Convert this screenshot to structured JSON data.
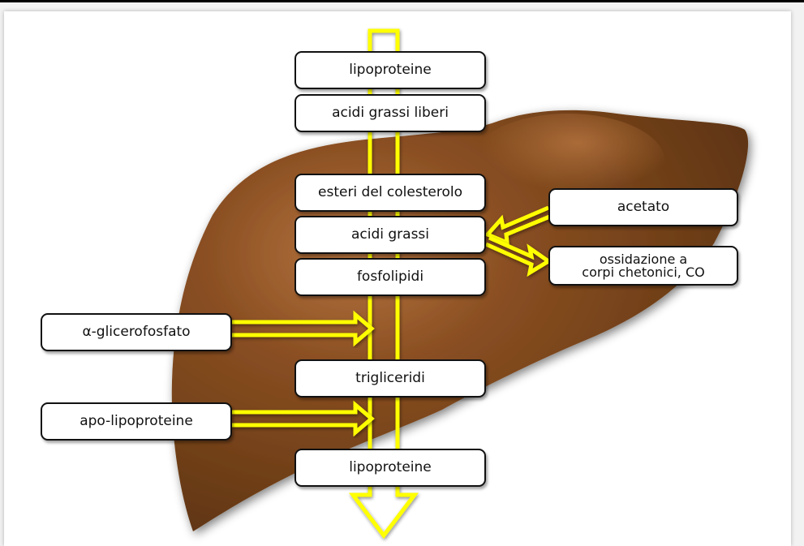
{
  "colors": {
    "liver": "#6b3a14",
    "liver_highlight": "#b7753f",
    "arrow_fill": "#ffff00",
    "arrow_outline": "#f0e000",
    "box_border": "#111111",
    "box_fill": "#ffffff"
  },
  "central_column": {
    "top_lipoproteine": "lipoproteine",
    "acidi_grassi_liberi": "acidi grassi liberi",
    "esteri_colesterolo": "esteri del colesterolo",
    "acidi_grassi": "acidi grassi",
    "fosfolipidi": "fosfolipidi",
    "trigliceridi": "trigliceridi",
    "bottom_lipoproteine": "lipoproteine"
  },
  "left_inputs": {
    "glicerofosfato": "α-glicerofosfato",
    "apo_lipoproteine": "apo-lipoproteine"
  },
  "right_side": {
    "acetato": "acetato",
    "ossidazione": "ossidazione a\ncorpi chetonici, CO"
  }
}
